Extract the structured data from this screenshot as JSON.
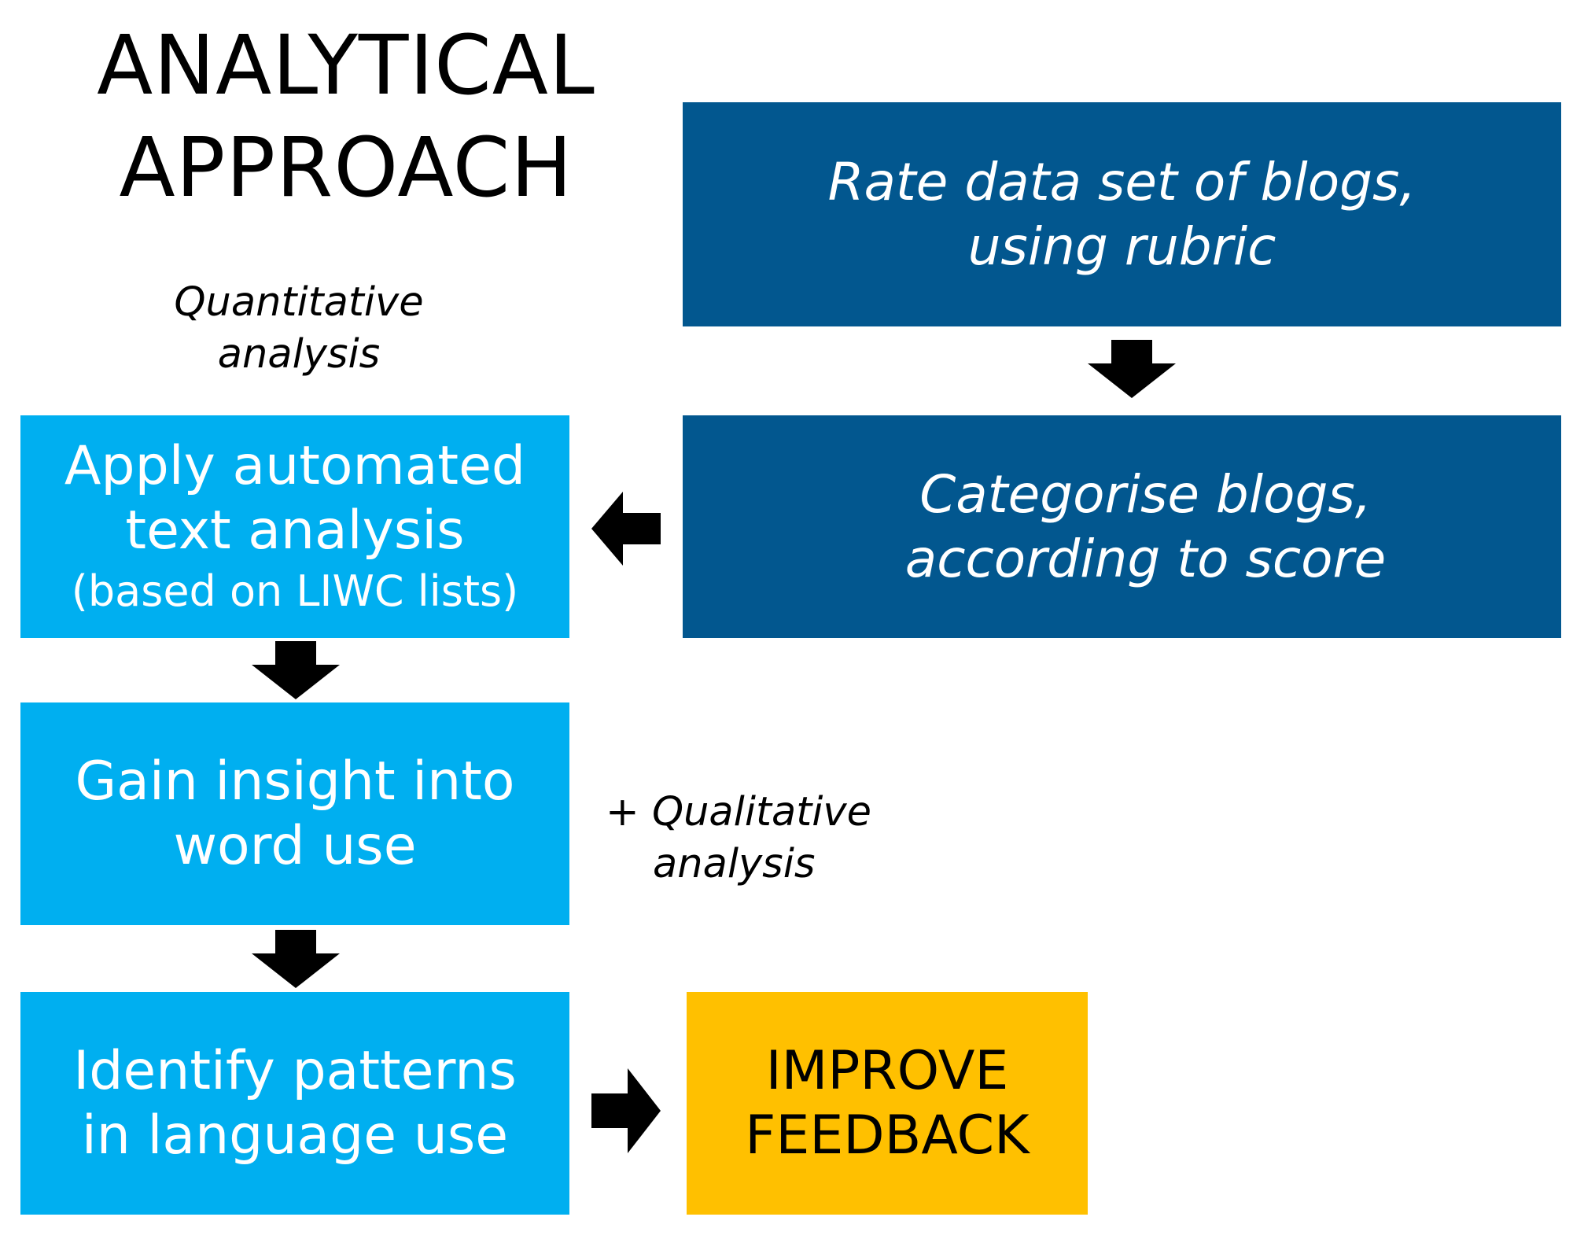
{
  "title": {
    "line1": "ANALYTICAL",
    "line2": "APPROACH"
  },
  "notes": {
    "quantitative": {
      "line1": "Quantitative",
      "line2": "analysis"
    },
    "qualitative": {
      "line1": "+ Qualitative",
      "line2": "analysis"
    }
  },
  "steps": {
    "rate": {
      "line1": "Rate data set of blogs,",
      "line2": "using rubric"
    },
    "categorise": {
      "line1": "Categorise blogs,",
      "line2": "according to score"
    },
    "apply": {
      "line1": "Apply automated",
      "line2": "text analysis",
      "line3": "(based on LIWC lists)"
    },
    "gain": {
      "line1": "Gain insight into",
      "line2": "word use"
    },
    "identify": {
      "line1": "Identify patterns",
      "line2": "in language use"
    },
    "improve": {
      "line1": "IMPROVE",
      "line2": "FEEDBACK"
    }
  },
  "colors": {
    "dark_box": "#02578F",
    "light_box": "#00AFF0",
    "outcome_box": "#FFC000",
    "arrow": "#000000"
  }
}
